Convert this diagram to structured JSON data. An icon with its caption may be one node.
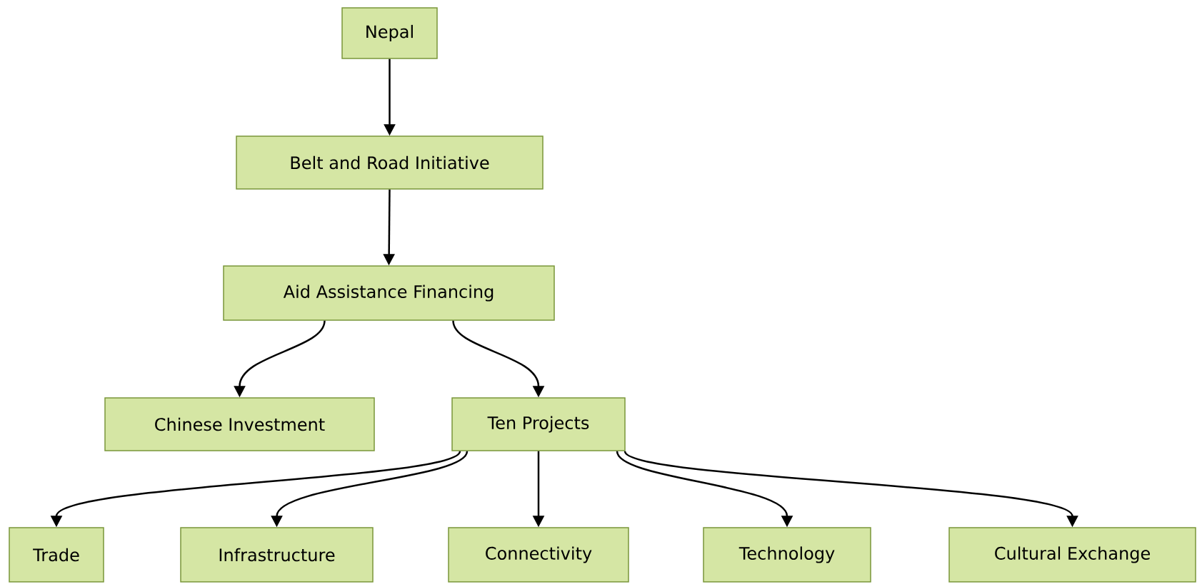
{
  "diagram": {
    "nodes": [
      {
        "text": [
          "Nepal"
        ]
      },
      {
        "text": [
          "Belt and Road Initiative"
        ]
      },
      {
        "text": [
          "Aid Assistance Financing"
        ]
      },
      {
        "text": [
          "Chinese Investment"
        ]
      },
      {
        "text": [
          "Ten Projects"
        ]
      },
      {
        "text": [
          "Trade"
        ]
      },
      {
        "text": [
          "Infrastructure"
        ]
      },
      {
        "text": [
          "Connectivity"
        ]
      },
      {
        "text": [
          "Technology"
        ]
      },
      {
        "text": [
          "Cultural Exchange"
        ]
      }
    ],
    "edges": [
      {
        "from": 0,
        "to": 1,
        "arrow": "to"
      },
      {
        "from": 1,
        "to": 2,
        "arrow": "to"
      },
      {
        "from": 2,
        "to": 3,
        "arrow": "to"
      },
      {
        "from": 2,
        "to": 4,
        "arrow": "to"
      },
      {
        "from": 4,
        "to": 5,
        "arrow": "to"
      },
      {
        "from": 4,
        "to": 6,
        "arrow": "to"
      },
      {
        "from": 4,
        "to": 7,
        "arrow": "to"
      },
      {
        "from": 4,
        "to": 8,
        "arrow": "to"
      },
      {
        "from": 4,
        "to": 9,
        "arrow": "to"
      }
    ]
  }
}
